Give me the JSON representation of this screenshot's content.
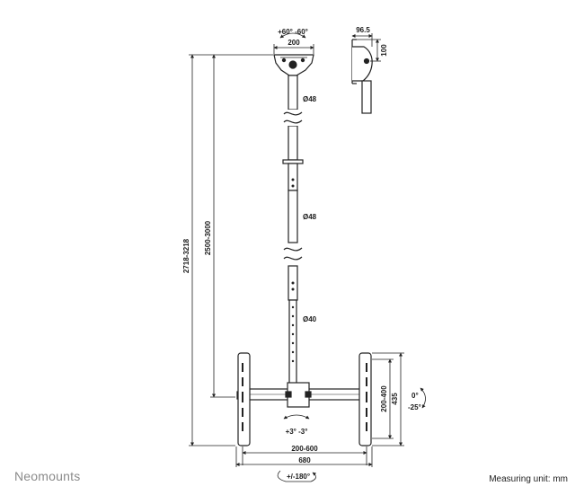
{
  "brand": "Neomounts",
  "measuring_unit": "Measuring unit: mm",
  "dimensions": {
    "plate_tilt": "+60° -60°",
    "plate_width": "200",
    "side_depth": "96.5",
    "side_height": "100",
    "tube_upper_diameter": "Ø48",
    "tube_middle_diameter": "Ø48",
    "tube_lower_diameter": "Ø40",
    "total_height": "2718-3218",
    "pole_height": "2500-3000",
    "screen_roll": "+3° -3°",
    "vesa_width": "200-600",
    "bracket_width": "680",
    "swivel": "+/-180°",
    "vesa_height": "200-400",
    "bracket_height": "435",
    "tilt_up": "0°",
    "tilt_down": "-25°"
  }
}
